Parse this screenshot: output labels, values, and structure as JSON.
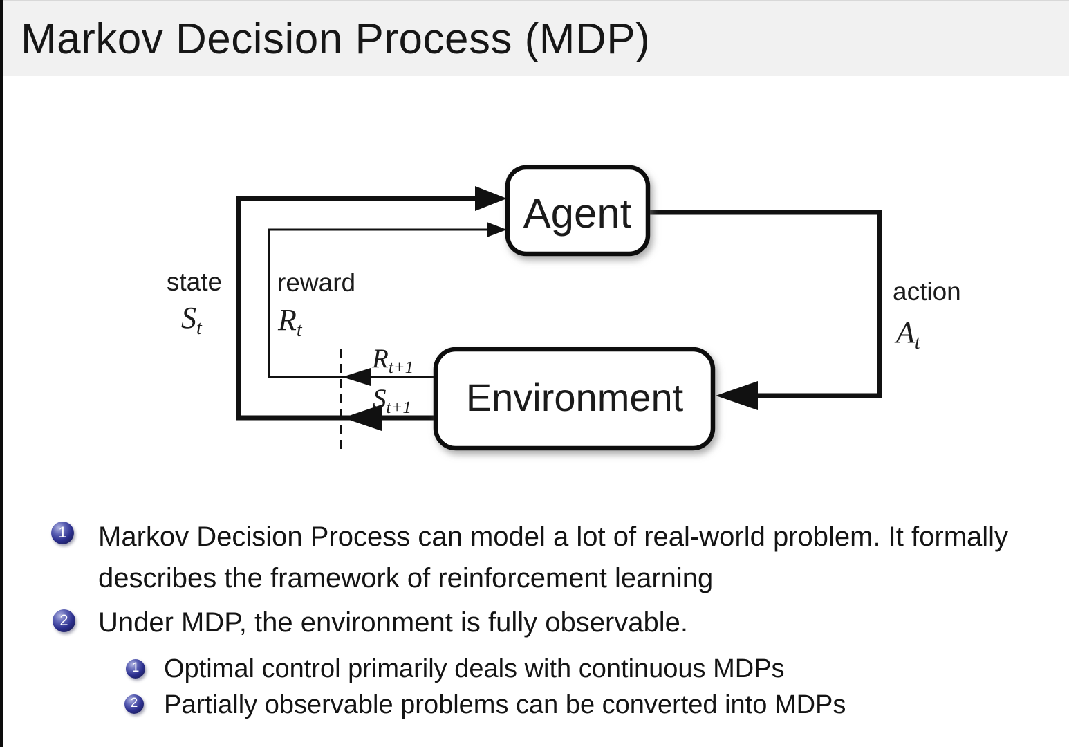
{
  "title": "Markov Decision Process (MDP)",
  "diagram": {
    "agent_box": "Agent",
    "environment_box": "Environment",
    "state_label": "state",
    "reward_label": "reward",
    "action_label": "action",
    "state_symbol": {
      "base": "S",
      "sub": "t"
    },
    "reward_symbol": {
      "base": "R",
      "sub": "t"
    },
    "action_symbol": {
      "base": "A",
      "sub": "t"
    },
    "next_reward_symbol": {
      "base": "R",
      "sub": "t+1"
    },
    "next_state_symbol": {
      "base": "S",
      "sub": "t+1"
    }
  },
  "bullets": [
    {
      "number": "1",
      "text": "Markov Decision Process can model a lot of real-world problem. It formally describes the framework of reinforcement learning"
    },
    {
      "number": "2",
      "text": "Under MDP, the environment is fully observable.",
      "sub_bullets": [
        {
          "number": "1",
          "text": "Optimal control primarily deals with continuous MDPs"
        },
        {
          "number": "2",
          "text": "Partially observable problems can be converted into MDPs"
        }
      ]
    }
  ],
  "colors": {
    "title_bar_bg": "#f1f1f1",
    "slide_bg": "#ffffff",
    "text": "#1b1b1b",
    "diagram_stroke": "#111111",
    "enumerate_ball": "#2b2e8c"
  }
}
